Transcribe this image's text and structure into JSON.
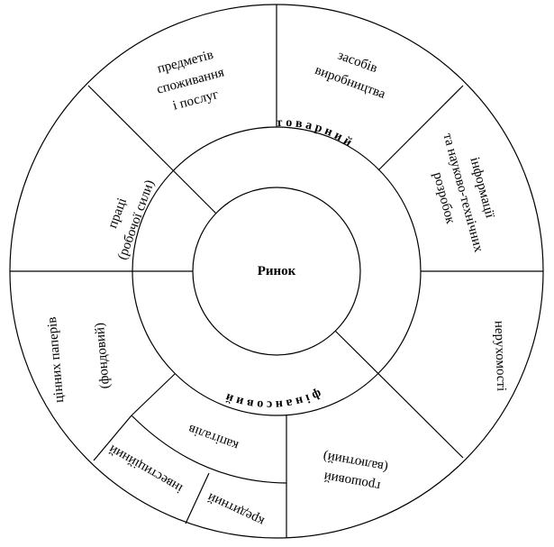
{
  "center_label": "Ринок",
  "inner_ring": {
    "top": "т о в а р н и й",
    "bottom": "ф і н а н с о в и й"
  },
  "outer_segments": {
    "consumer": [
      "предметів",
      "споживання",
      "і послуг"
    ],
    "means": [
      "засобів",
      "виробництва"
    ],
    "info": [
      "інформації",
      "та науково-технічних",
      "розробок"
    ],
    "labour": [
      "праці",
      "(робочої сили)"
    ],
    "real_estate": [
      "нерухомості"
    ],
    "monetary": [
      "грошовий",
      "(валютний)"
    ],
    "securities": [
      "цінних паперів",
      "(фондовий)"
    ],
    "capital": [
      "капіталів"
    ],
    "credit": [
      "кредитний"
    ],
    "investment": [
      "інвестиційний"
    ]
  }
}
